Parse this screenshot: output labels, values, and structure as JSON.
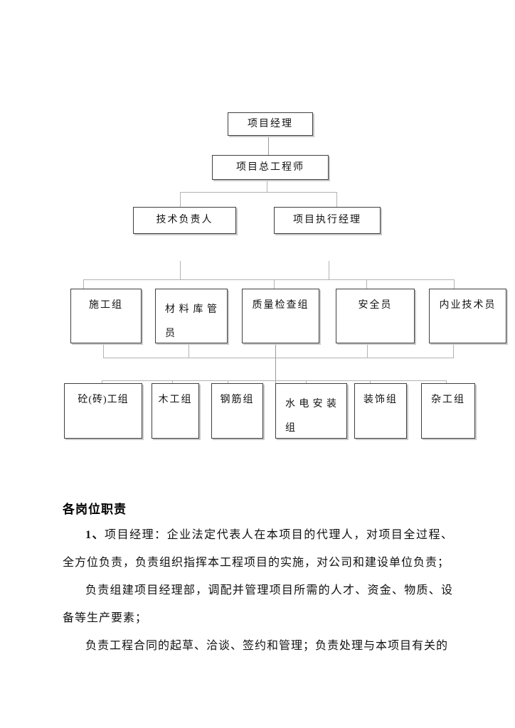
{
  "org_chart": {
    "level1": "项目经理",
    "level2": "项目总工程师",
    "level3": [
      "技术负责人",
      "项目执行经理"
    ],
    "level4": [
      "施工组",
      "材料库管员",
      "质量检查组",
      "安全员",
      "内业技术员"
    ],
    "level5": [
      "砼(砖)工组",
      "木工组",
      "钢筋组",
      "水电安装组",
      "装饰组",
      "杂工组"
    ]
  },
  "responsibilities": {
    "heading": "各岗位职责",
    "item_number": "1、",
    "paragraphs": [
      "项目经理：企业法定代表人在本项目的代理人，对项目全过程、全方位负责，负责组织指挥本工程项目的实施，对公司和建设单位负责；",
      "负责组建项目经理部，调配并管理项目所需的人才、资金、物质、设备等生产要素；",
      "负责工程合同的起草、洽谈、签约和管理；负责处理与本项目有关的"
    ]
  }
}
